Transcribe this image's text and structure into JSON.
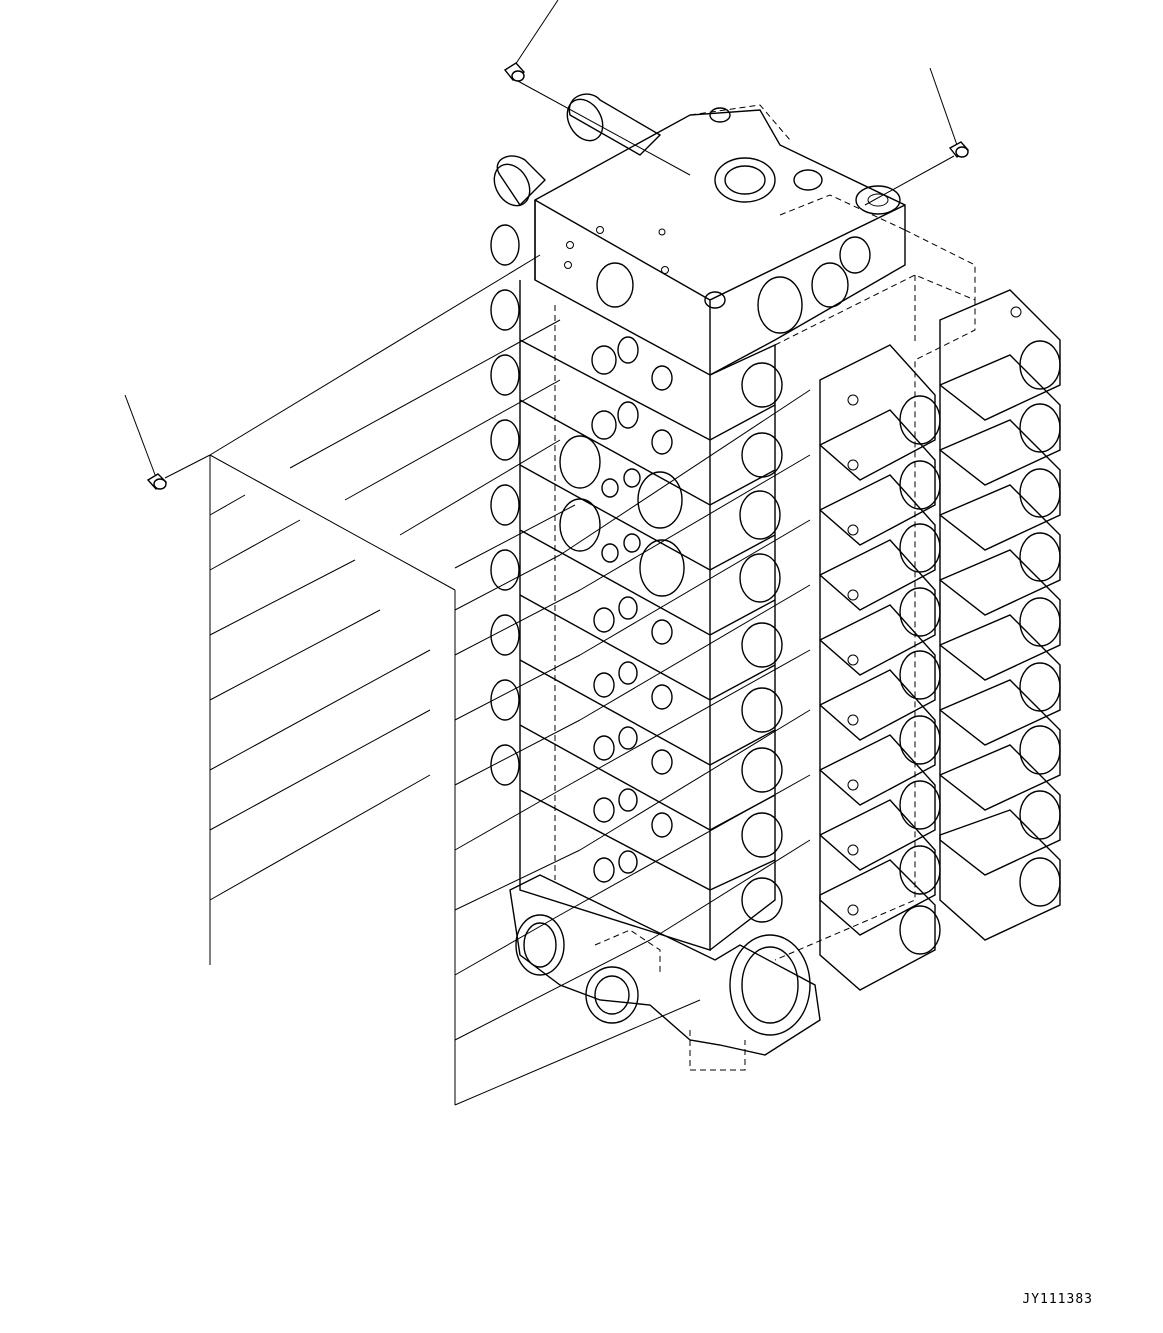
{
  "figure_code": "JY111383",
  "components": {
    "plug_count": 3,
    "spool_sections": 9,
    "solenoid_valves_front_row": 9,
    "solenoid_valves_rear_row": 9
  }
}
